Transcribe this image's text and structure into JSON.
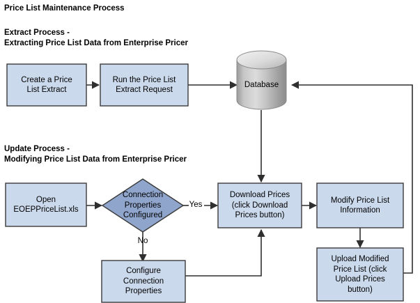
{
  "document": {
    "title": "Price List Maintenance Process",
    "sections": [
      {
        "id": "extract",
        "heading_line1": "Extract Process -",
        "heading_line2": "Extracting Price List Data from Enterprise Pricer"
      },
      {
        "id": "update",
        "heading_line1": "Update Process -",
        "heading_line2": "Modifying Price List Data from Enterprise Pricer"
      }
    ]
  },
  "colors": {
    "process_fill": "#cbd9ec",
    "decision_fill": "#8fa5cc",
    "stroke": "#3b3b3b",
    "cylinder_light": "#e6e6e6",
    "cylinder_mid": "#b6b6b6",
    "cylinder_dark": "#8f8f8f",
    "text": "#000000",
    "background": "#ffffff"
  },
  "nodes": {
    "create_extract": {
      "label": "Create a Price\nList Extract",
      "shape": "process"
    },
    "run_extract": {
      "label": "Run the Price List\nExtract Request",
      "shape": "process"
    },
    "database": {
      "label": "Database",
      "shape": "cylinder"
    },
    "open_xls": {
      "label": "Open\nEOEPPriceList.xls",
      "shape": "process"
    },
    "connection_decision": {
      "label": "Connection\nProperties\nConfigured",
      "shape": "decision"
    },
    "download_prices": {
      "label": "Download Prices\n(click Download\nPrices button)",
      "shape": "process"
    },
    "modify_price_list": {
      "label": "Modify Price List\nInformation",
      "shape": "process"
    },
    "upload_modified": {
      "label": "Upload Modified\nPrice List (click\nUpload Prices\nbutton)",
      "shape": "process"
    },
    "configure_connection": {
      "label": "Configure\nConnection\nProperties",
      "shape": "process"
    }
  },
  "edge_labels": {
    "yes": "Yes",
    "no": "No"
  }
}
